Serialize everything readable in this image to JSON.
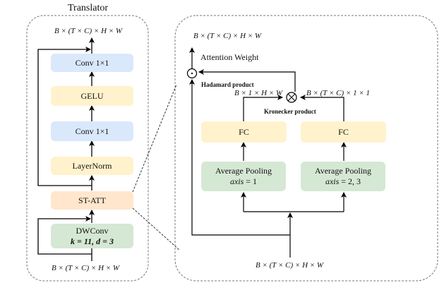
{
  "translator": {
    "title": "Translator",
    "output_shape": "B × (T × C) × H × W",
    "input_shape": "B × (T × C) × H × W",
    "blocks": [
      {
        "label": "Conv 1×1",
        "color": "#dae8fc"
      },
      {
        "label": "GELU",
        "color": "#fff2cc"
      },
      {
        "label": "Conv 1×1",
        "color": "#dae8fc"
      },
      {
        "label": "LayerNorm",
        "color": "#fff2cc"
      },
      {
        "label": "ST-ATT",
        "color": "#ffe6cc"
      },
      {
        "label": "DWConv",
        "sublabel": "k = 11, d = 3",
        "color": "#d5e8d4"
      }
    ]
  },
  "st_att": {
    "output_shape": "B × (T × C) × H × W",
    "attention_label": "Attention Weight",
    "hadamard_label": "Hadamard product",
    "kronecker_label": "Kronecker product",
    "left_shape": "B × 1 × H × W",
    "right_shape": "B × (T × C) × 1 × 1",
    "input_shape": "B × (T × C) × H × W",
    "fc_left": "FC",
    "fc_right": "FC",
    "pool_left": {
      "label": "Average Pooling",
      "axis_name": "axis",
      "axis_value": "= 1"
    },
    "pool_right": {
      "label": "Average Pooling",
      "axis_name": "axis",
      "axis_value": "= 2, 3"
    },
    "hadamard_symbol": "·",
    "kronecker_symbol": "⊗"
  }
}
